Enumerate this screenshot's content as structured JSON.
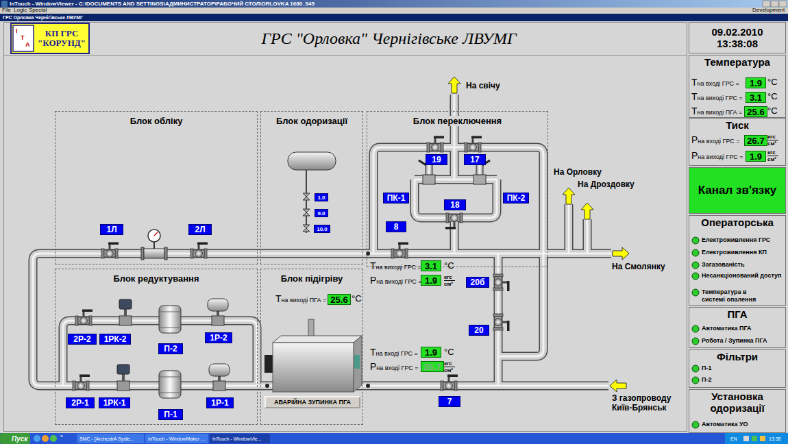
{
  "diagram": {
    "title": "ГРС \"Орловка\" Чернігівське ЛВУМГ",
    "nodes": [
      {
        "text": [
          "КП ГРС \"КОРУНД\""
        ]
      },
      {
        "text": [
          "09.02.2010",
          "13:38:08"
        ]
      },
      {
        "text": [
          "Блок обліку"
        ]
      },
      {
        "text": [
          "Блок одоризації"
        ]
      },
      {
        "text": [
          "Блок переключення"
        ]
      },
      {
        "text": [
          "Блок редуктування"
        ]
      },
      {
        "text": [
          "Блок підігріву"
        ]
      },
      {
        "text": [
          "1Л"
        ],
        "in": 2
      },
      {
        "text": [
          "2Л"
        ],
        "in": 2
      },
      {
        "text": [
          "1.0"
        ],
        "in": 3
      },
      {
        "text": [
          "9.0"
        ],
        "in": 3
      },
      {
        "text": [
          "10.0"
        ],
        "in": 3
      },
      {
        "text": [
          "19"
        ],
        "in": 4
      },
      {
        "text": [
          "17"
        ],
        "in": 4
      },
      {
        "text": [
          "ПК-1"
        ],
        "in": 4
      },
      {
        "text": [
          "ПК-2"
        ],
        "in": 4
      },
      {
        "text": [
          "18"
        ],
        "in": 4
      },
      {
        "text": [
          "8"
        ],
        "in": 4
      },
      {
        "text": [
          "20б"
        ]
      },
      {
        "text": [
          "20"
        ]
      },
      {
        "text": [
          "7"
        ]
      },
      {
        "text": [
          "2Р-2"
        ],
        "in": 5
      },
      {
        "text": [
          "1РК-2"
        ],
        "in": 5
      },
      {
        "text": [
          "П-2"
        ],
        "in": 5
      },
      {
        "text": [
          "1Р-2"
        ],
        "in": 5
      },
      {
        "text": [
          "2Р-1"
        ],
        "in": 5
      },
      {
        "text": [
          "1РК-1"
        ],
        "in": 5
      },
      {
        "text": [
          "П-1"
        ],
        "in": 5
      },
      {
        "text": [
          "1Р-1"
        ],
        "in": 5
      },
      {
        "text": [
          "АВАРІЙНА ЗУПИНКА ПГА"
        ],
        "in": 6
      },
      {
        "text": [
          "25.6"
        ],
        "in": 6
      },
      {
        "text": [
          "3.1"
        ]
      },
      {
        "text": [
          "1.9"
        ]
      },
      {
        "text": [
          "1.9"
        ]
      },
      {
        "text": [
          "26.7"
        ]
      },
      {
        "text": [
          "Температура"
        ]
      },
      {
        "text": [
          "1.9"
        ],
        "in": 35
      },
      {
        "text": [
          "3.1"
        ],
        "in": 35
      },
      {
        "text": [
          "25.6"
        ],
        "in": 35
      },
      {
        "text": [
          "Тиск"
        ]
      },
      {
        "text": [
          "26.7"
        ],
        "in": 39
      },
      {
        "text": [
          "1.9"
        ],
        "in": 39
      },
      {
        "text": [
          "Канал зв'язку"
        ]
      },
      {
        "text": [
          "Операторська"
        ]
      },
      {
        "text": [
          "ПГА"
        ]
      },
      {
        "text": [
          "Фільтри"
        ]
      },
      {
        "text": [
          "Установка одоризації"
        ]
      }
    ],
    "labels": [
      "InTouch - WindowViewer - C:\\DOCUMENTS AND SETTINGS\\АДМИНИСТРАТОР\\РАБОЧИЙ СТОЛ\\ORLOVKA 1680_945",
      "File",
      "Logic",
      "Special",
      "Development",
      "ГРС Орловка Чернігівське ЛВУМГ",
      "І",
      "Т",
      "А",
      "На свічу",
      "На Орловку",
      "На Дроздовку",
      "На Смолянку",
      "З газопроводу Київ-Брянськ",
      "Tна виході ПГА =",
      "°C",
      "Tна виході ГРС =",
      "°C",
      "Pна виході ГРС =",
      "кгс",
      "см²",
      "Tна вході ГРС =",
      "°C",
      "Pна вході ГРС =",
      "кгс",
      "см²",
      "Tна вході ГРС =",
      "°C",
      "Tна виході ГРС =",
      "°C",
      "Tна виході ПГА =",
      "°C",
      "Pна вході ГРС =",
      "кгс",
      "см²",
      "Pна виході ГРС =",
      "кгс",
      "см²",
      "Електроживлення ГРС",
      "Електроживлення КП",
      "Загазованість",
      "Несанкціонований доступ",
      "Температура в системі опалення",
      "Автоматика ПГА",
      "Робота / Зупинка ПГА",
      "П-1",
      "П-2",
      "Автоматика УО",
      "Пуск",
      "»",
      "SMC - [ArchestrA Syste...",
      "InTouch - WindowMaker ...",
      "InTouch - WindowVie...",
      "EN",
      "13:38"
    ]
  }
}
